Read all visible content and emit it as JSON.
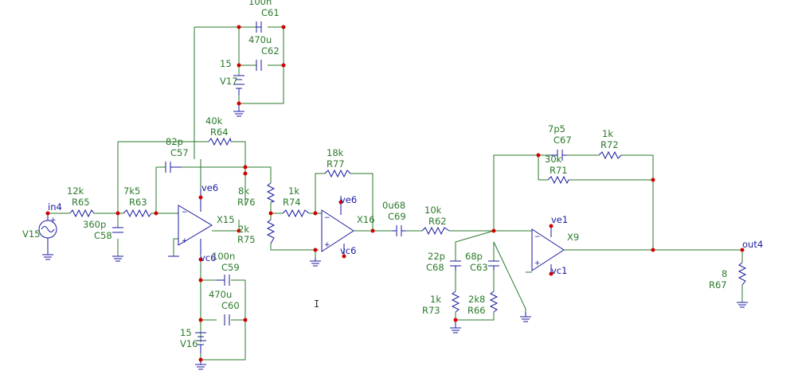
{
  "labels": {
    "C61_val": "100n",
    "C61": "C61",
    "C62_val": "470u",
    "C62": "C62",
    "V17_val": "15",
    "V17": "V17",
    "R64_val": "40k",
    "R64": "R64",
    "C57_val": "82p",
    "C57": "C57",
    "R65_val": "12k",
    "R65": "R65",
    "R63_val": "7k5",
    "R63": "R63",
    "C58_val": "360p",
    "C58": "C58",
    "V15": "V15",
    "R76_val": "8k",
    "R76": "R76",
    "R75_val": "2k",
    "R75": "R75",
    "X15": "X15",
    "C59_val": "100n",
    "C59": "C59",
    "C60_val": "470u",
    "C60": "C60",
    "V16_val": "15",
    "V16": "V16",
    "R77_val": "18k",
    "R77": "R77",
    "R74_val": "1k",
    "R74": "R74",
    "X16": "X16",
    "C69_val": "0u68",
    "C69": "C69",
    "R62_val": "10k",
    "R62": "R62",
    "C68_val": "22p",
    "C68": "C68",
    "C63_val": "68p",
    "C63": "C63",
    "R73_val": "1k",
    "R73": "R73",
    "R66_val": "2k8",
    "R66": "R66",
    "C67_val": "7p5",
    "C67": "C67",
    "R72_val": "1k",
    "R72": "R72",
    "R71_val": "30k",
    "R71": "R71",
    "X9": "X9",
    "R67_val": "8",
    "R67": "R67"
  },
  "nets": {
    "in4": "in4",
    "out4": "out4",
    "ve6_a": "ve6",
    "vc6_a": "vc6",
    "ve6_b": "ve6",
    "vc6_b": "vc6",
    "ve1": "ve1",
    "vc1": "vc1"
  },
  "cursor": "I",
  "colors": {
    "wire": "#2a7a2a",
    "component": "#1a1aa0",
    "junction": "#d00000",
    "background": "#ffffff"
  }
}
